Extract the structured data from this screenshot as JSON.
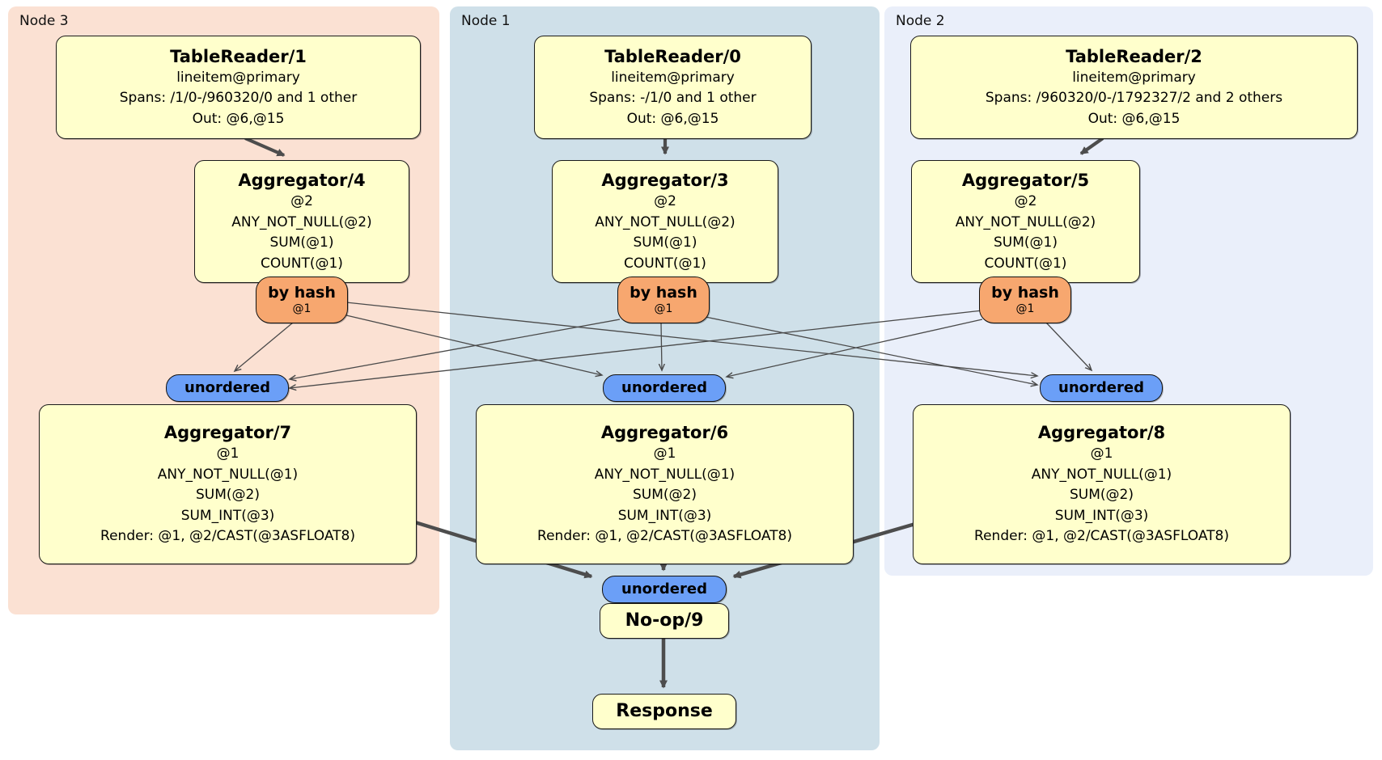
{
  "groups": [
    {
      "label": "Node 3"
    },
    {
      "label": "Node 1"
    },
    {
      "label": "Node 2"
    }
  ],
  "operators": {
    "tr1": {
      "title": "TableReader/1",
      "lines": [
        "lineitem@primary",
        "Spans: /1/0-/960320/0 and 1 other",
        "Out: @6,@15"
      ]
    },
    "tr0": {
      "title": "TableReader/0",
      "lines": [
        "lineitem@primary",
        "Spans: -/1/0 and 1 other",
        "Out: @6,@15"
      ]
    },
    "tr2": {
      "title": "TableReader/2",
      "lines": [
        "lineitem@primary",
        "Spans: /960320/0-/1792327/2 and 2 others",
        "Out: @6,@15"
      ]
    },
    "agg4": {
      "title": "Aggregator/4",
      "lines": [
        "@2",
        "ANY_NOT_NULL(@2)",
        "SUM(@1)",
        "COUNT(@1)"
      ]
    },
    "agg3": {
      "title": "Aggregator/3",
      "lines": [
        "@2",
        "ANY_NOT_NULL(@2)",
        "SUM(@1)",
        "COUNT(@1)"
      ]
    },
    "agg5": {
      "title": "Aggregator/5",
      "lines": [
        "@2",
        "ANY_NOT_NULL(@2)",
        "SUM(@1)",
        "COUNT(@1)"
      ]
    },
    "agg7": {
      "title": "Aggregator/7",
      "lines": [
        "@1",
        "ANY_NOT_NULL(@1)",
        "SUM(@2)",
        "SUM_INT(@3)",
        "Render: @1, @2/CAST(@3ASFLOAT8)"
      ]
    },
    "agg6": {
      "title": "Aggregator/6",
      "lines": [
        "@1",
        "ANY_NOT_NULL(@1)",
        "SUM(@2)",
        "SUM_INT(@3)",
        "Render: @1, @2/CAST(@3ASFLOAT8)"
      ]
    },
    "agg8": {
      "title": "Aggregator/8",
      "lines": [
        "@1",
        "ANY_NOT_NULL(@1)",
        "SUM(@2)",
        "SUM_INT(@3)",
        "Render: @1, @2/CAST(@3ASFLOAT8)"
      ]
    },
    "noop9": {
      "title": "No-op/9"
    },
    "response": {
      "title": "Response"
    }
  },
  "routers": {
    "by_hash_label": "by hash",
    "by_hash_sub": "@1",
    "unordered_label": "unordered"
  },
  "colors": {
    "node3_bg": "#fbe1d3",
    "node1_bg": "#cfe0e9",
    "node2_bg": "#eaeffa",
    "op_box_bg": "#ffffcc",
    "by_hash_bg": "#f7a76f",
    "unordered_bg": "#6b9ff7",
    "edge": "#4d4d4d"
  }
}
